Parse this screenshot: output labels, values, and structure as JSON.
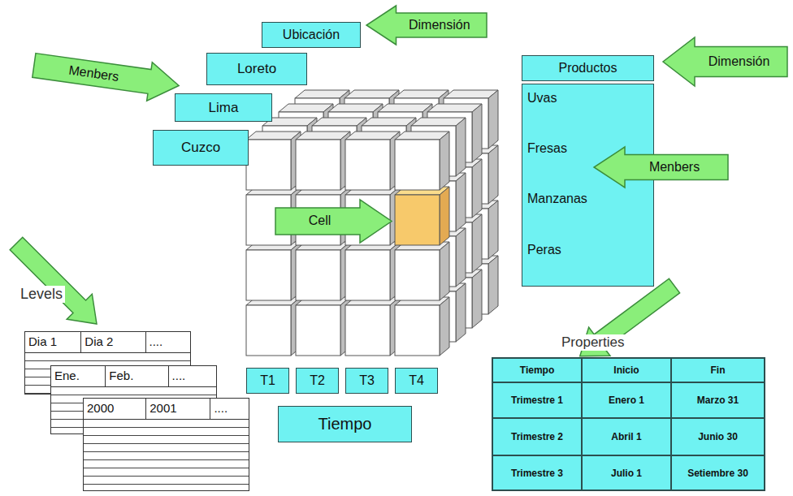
{
  "diagram": {
    "nodes": [
      {
        "text": [
          "Ubicación"
        ]
      },
      {
        "text": [
          "Dimensión"
        ]
      },
      {
        "text": [
          "Menbers"
        ]
      },
      {
        "text": [
          "Loreto"
        ]
      },
      {
        "text": [
          "Lima"
        ]
      },
      {
        "text": [
          "Cuzco"
        ]
      },
      {
        "text": [
          "Productos"
        ]
      },
      {
        "text": [
          "Dimensión"
        ]
      },
      {
        "text": [
          "Uvas",
          "Fresas",
          "Manzanas",
          "Peras"
        ]
      },
      {
        "text": [
          "Menbers"
        ]
      },
      {
        "text": [
          "Cell"
        ]
      },
      {
        "text": [
          "T1"
        ]
      },
      {
        "text": [
          "T2"
        ]
      },
      {
        "text": [
          "T3"
        ]
      },
      {
        "text": [
          "T4"
        ]
      },
      {
        "text": [
          "Tiempo"
        ]
      }
    ],
    "labels": [
      "Levels",
      "Dia 1",
      "Dia 2",
      "....",
      "Ene.",
      "Feb.",
      "....",
      "2000",
      "2001",
      "....",
      "Properties",
      "Tiempo",
      "Inicio",
      "Fin",
      "Trimestre 1",
      "Enero 1",
      "Marzo 31",
      "Trimestre 2",
      "Abril 1",
      "Junio 30",
      "Trimestre 3",
      "Julio 1",
      "Setiembre 30"
    ]
  }
}
